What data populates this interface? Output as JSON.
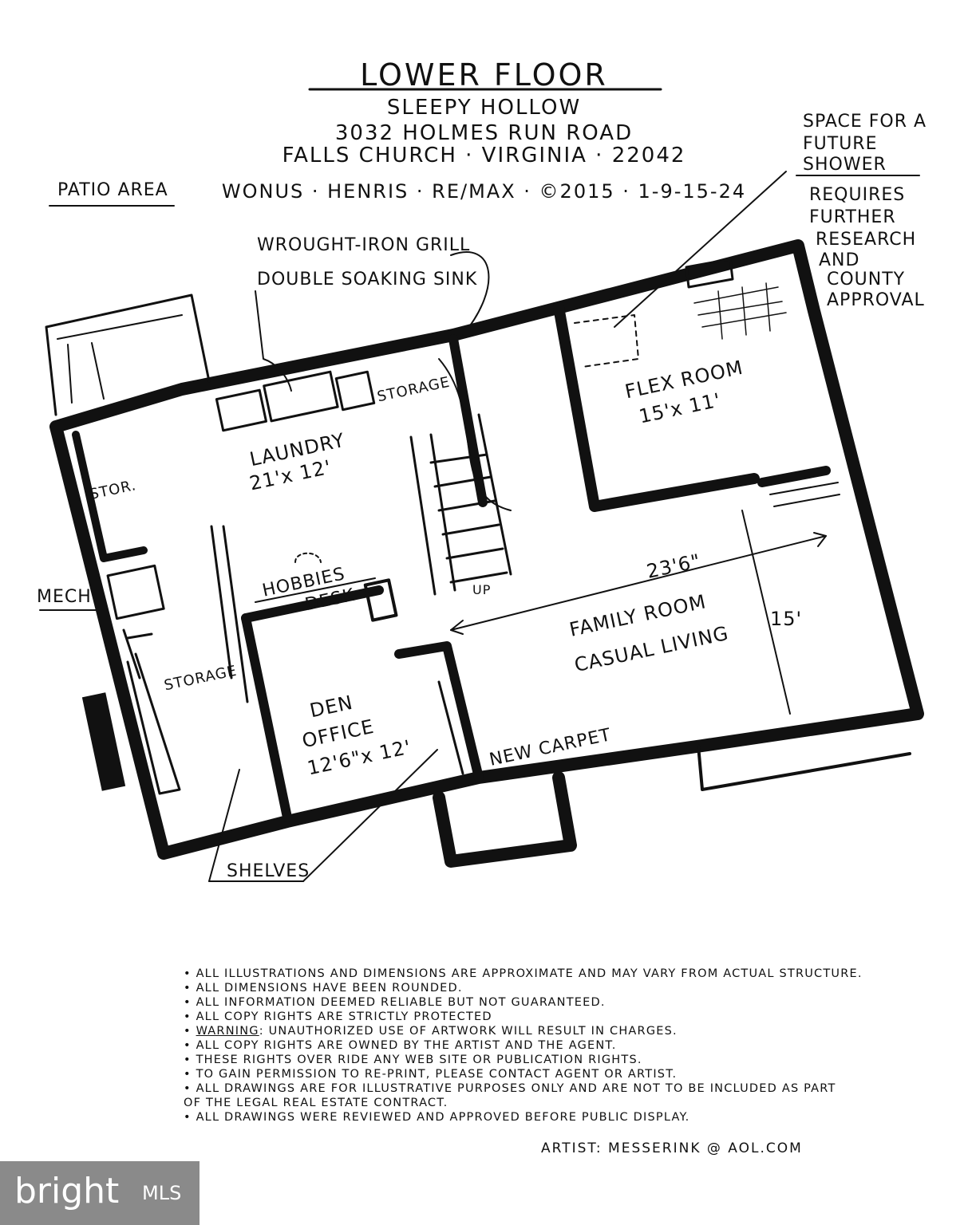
{
  "title": "LOWER FLOOR",
  "header": {
    "name": "SLEEPY HOLLOW",
    "address": "3032 HOLMES RUN ROAD",
    "city": "FALLS CHURCH · VIRGINIA · 22042",
    "credit": "WONUS · HENRIS · RE/MAX · ©2015 · 1-9-15-24"
  },
  "labels": {
    "patio": "PATIO AREA",
    "grill": "WROUGHT-IRON GRILL",
    "sink": "DOUBLE SOAKING SINK",
    "storage_top": "STORAGE",
    "laundry": "LAUNDRY",
    "laundry_dim": "21'x 12'",
    "stor": "STOR.",
    "mech": "MECH",
    "hobbies": "HOBBIES",
    "desk": "DESK",
    "storage_left": "STORAGE",
    "den": "DEN",
    "office": "OFFICE",
    "den_dim": "12'6\"x 12'",
    "shelves": "SHELVES",
    "new_carpet": "NEW CARPET",
    "up": "UP",
    "flex": "FLEX ROOM",
    "flex_dim": "15'x 11'",
    "family": "FAMILY ROOM",
    "casual": "CASUAL LIVING",
    "width_dim": "23'6\"",
    "depth_dim": "15'",
    "shower_1": "SPACE FOR A",
    "shower_2": "FUTURE",
    "shower_3": "SHOWER",
    "req_1": "REQUIRES",
    "req_2": "FURTHER",
    "req_3": "RESEARCH",
    "req_4": "AND",
    "req_5": "COUNTY",
    "req_6": "APPROVAL"
  },
  "notes": [
    "ALL ILLUSTRATIONS AND DIMENSIONS ARE APPROXIMATE AND MAY VARY FROM ACTUAL STRUCTURE.",
    "ALL DIMENSIONS HAVE BEEN ROUNDED.",
    "ALL INFORMATION DEEMED RELIABLE BUT NOT GUARANTEED.",
    "ALL COPY RIGHTS ARE STRICTLY PROTECTED",
    "ALL COPY RIGHTS ARE OWNED BY THE ARTIST AND THE AGENT.",
    "THESE RIGHTS OVER RIDE ANY WEB SITE OR PUBLICATION RIGHTS.",
    "TO GAIN PERMISSION TO RE-PRINT, PLEASE CONTACT AGENT OR ARTIST.",
    "ALL DRAWINGS ARE FOR ILLUSTRATIVE PURPOSES ONLY AND ARE NOT TO BE INCLUDED AS PART",
    "OF THE LEGAL REAL ESTATE CONTRACT.",
    "ALL DRAWINGS WERE REVIEWED AND APPROVED BEFORE PUBLIC DISPLAY."
  ],
  "warning": {
    "word": "WARNING",
    "text": ": UNAUTHORIZED USE OF ARTWORK WILL RESULT IN CHARGES."
  },
  "artist": "ARTIST: MESSERINK @ AOL.COM",
  "logo": {
    "text": "bright",
    "suffix": "MLS",
    "color": "#8a8a8a"
  }
}
